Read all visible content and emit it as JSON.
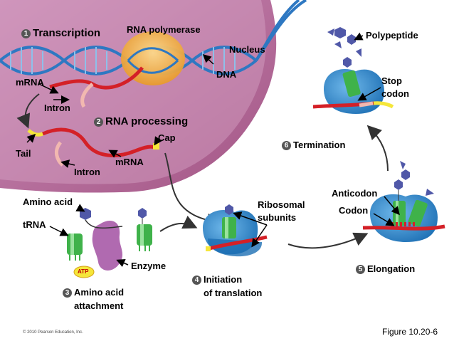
{
  "steps": [
    {
      "num": "1",
      "label": "Transcription"
    },
    {
      "num": "2",
      "label": "RNA processing"
    },
    {
      "num": "3",
      "label_line1": "Amino acid",
      "label_line2": "attachment"
    },
    {
      "num": "4",
      "label_line1": "Initiation",
      "label_line2": "of translation"
    },
    {
      "num": "5",
      "label": "Elongation"
    },
    {
      "num": "6",
      "label": "Termination"
    }
  ],
  "labels": {
    "rna_polymerase": "RNA polymerase",
    "nucleus": "Nucleus",
    "dna": "DNA",
    "mrna_top": "mRNA",
    "intron_top": "Intron",
    "cap": "Cap",
    "tail": "Tail",
    "mrna_processed": "mRNA",
    "intron_bottom": "Intron",
    "amino_acid": "Amino acid",
    "trna": "tRNA",
    "enzyme": "Enzyme",
    "atp": "ATP",
    "ribosomal_line1": "Ribosomal",
    "ribosomal_line2": "subunits",
    "anticodon": "Anticodon",
    "codon": "Codon",
    "polypeptide": "Polypeptide",
    "stop_line1": "Stop",
    "stop_line2": "codon"
  },
  "footer": {
    "copyright": "© 2010 Pearson Education, Inc.",
    "figure": "Figure 10.20-6"
  },
  "colors": {
    "nucleus_fill": "#a8558a",
    "nucleus_inner": "#c27aa5",
    "dna": "#3a82c8",
    "polymerase": "#f2b24a",
    "mrna": "#d42027",
    "intron": "#f2b8b0",
    "cap_tail": "#f5e63a",
    "ribosome": "#2f8bd0",
    "trna": "#3fb24a",
    "enzyme": "#b06ab0",
    "amino_acid": "#5058a8"
  }
}
